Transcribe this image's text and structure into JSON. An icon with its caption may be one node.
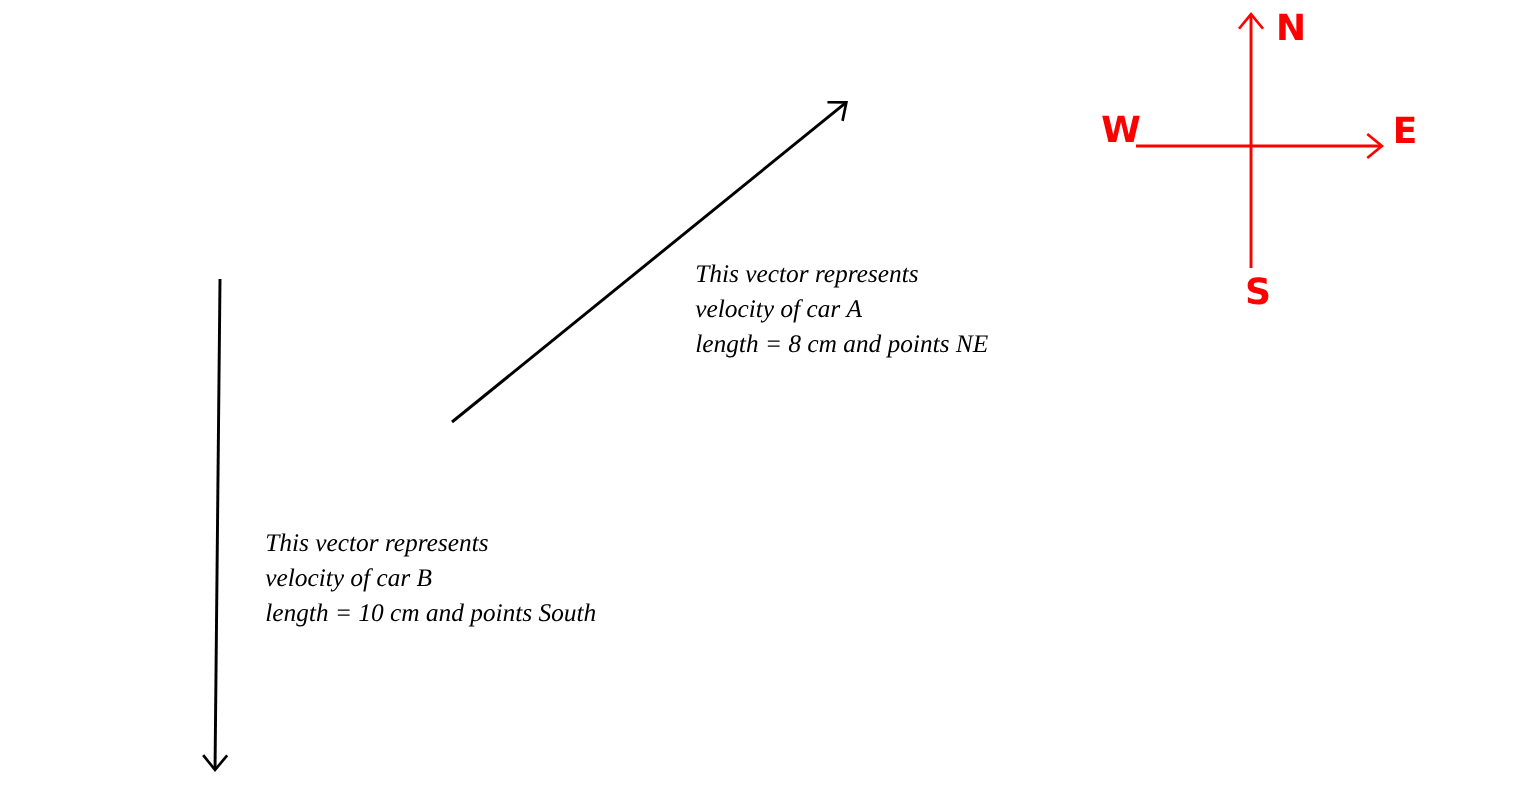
{
  "diagram": {
    "labels": [
      "N",
      "W",
      "E",
      "S",
      "This  vector represents",
      "velocity of car A",
      "length = 8 cm and points NE",
      "This vector represents",
      "velocity of car B",
      "length = 10 cm and points South"
    ]
  }
}
